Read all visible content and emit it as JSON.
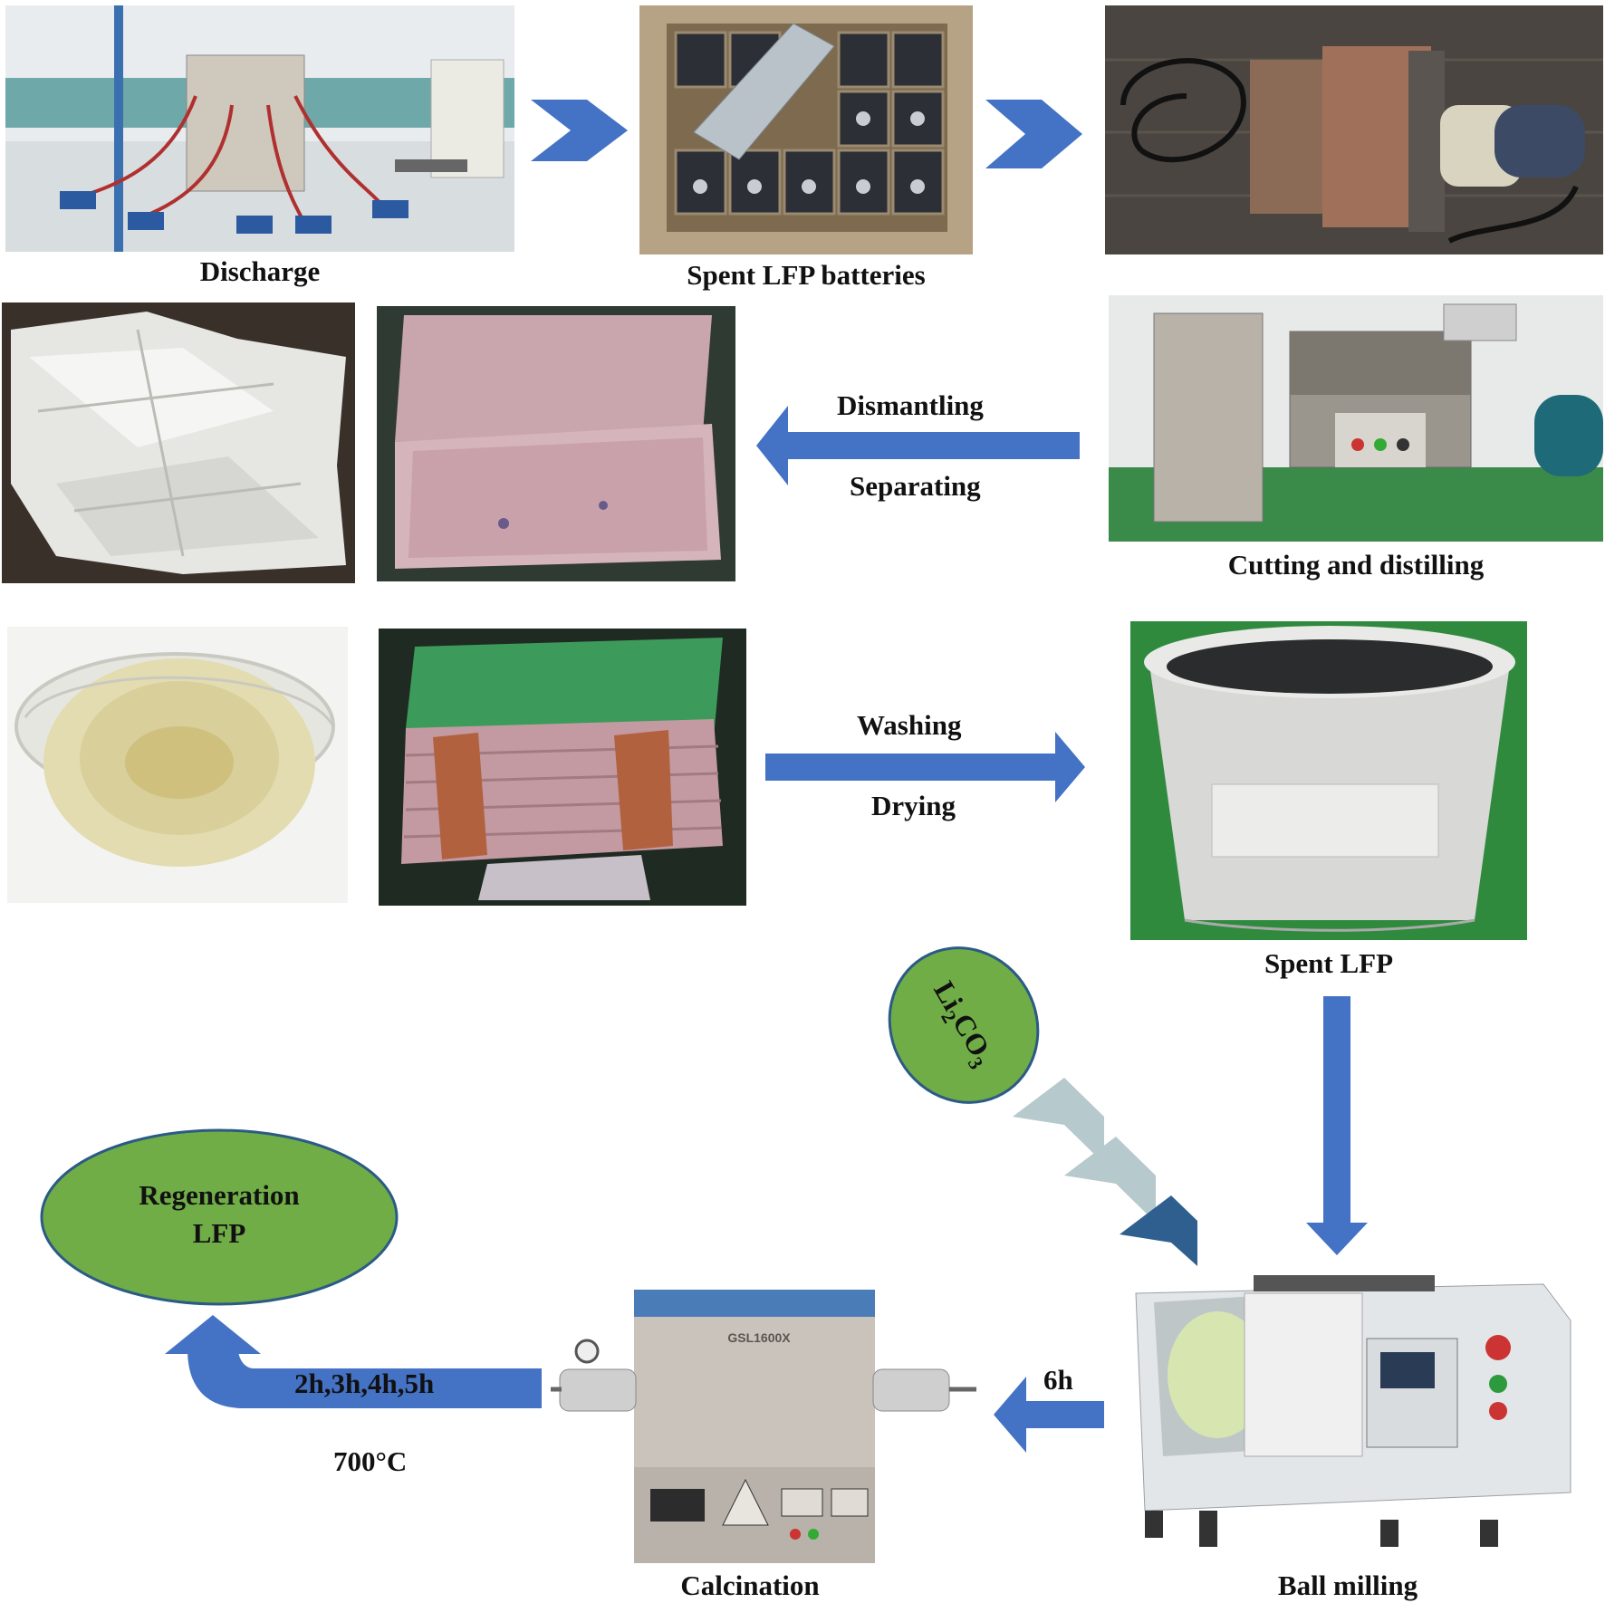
{
  "captions": {
    "discharge": "Discharge",
    "spent_batteries": "Spent LFP batteries",
    "cutting": "Cutting and distilling",
    "spent_lfp": "Spent LFP",
    "calcination": "Calcination",
    "ball_milling": "Ball milling"
  },
  "arrow_labels": {
    "dismantling": "Dismantling",
    "separating": "Separating",
    "washing": "Washing",
    "drying": "Drying",
    "milling_time": "6h",
    "calcination_times": "2h,3h,4h,5h",
    "calcination_temp": "700°C"
  },
  "ellipses": {
    "additive_base": "Li",
    "additive_sub1": "2",
    "additive_mid": "CO",
    "additive_sub2": "3",
    "product_line1": "Regeneration",
    "product_line2": "LFP"
  },
  "equipment": {
    "furnace_model": "GSL1600X"
  },
  "colors": {
    "arrow_blue": "#4472c4",
    "ellipse_green": "#70ad47",
    "chevron_grey": "#b6c9cc",
    "chevron_dark": "#2f5f8f"
  }
}
